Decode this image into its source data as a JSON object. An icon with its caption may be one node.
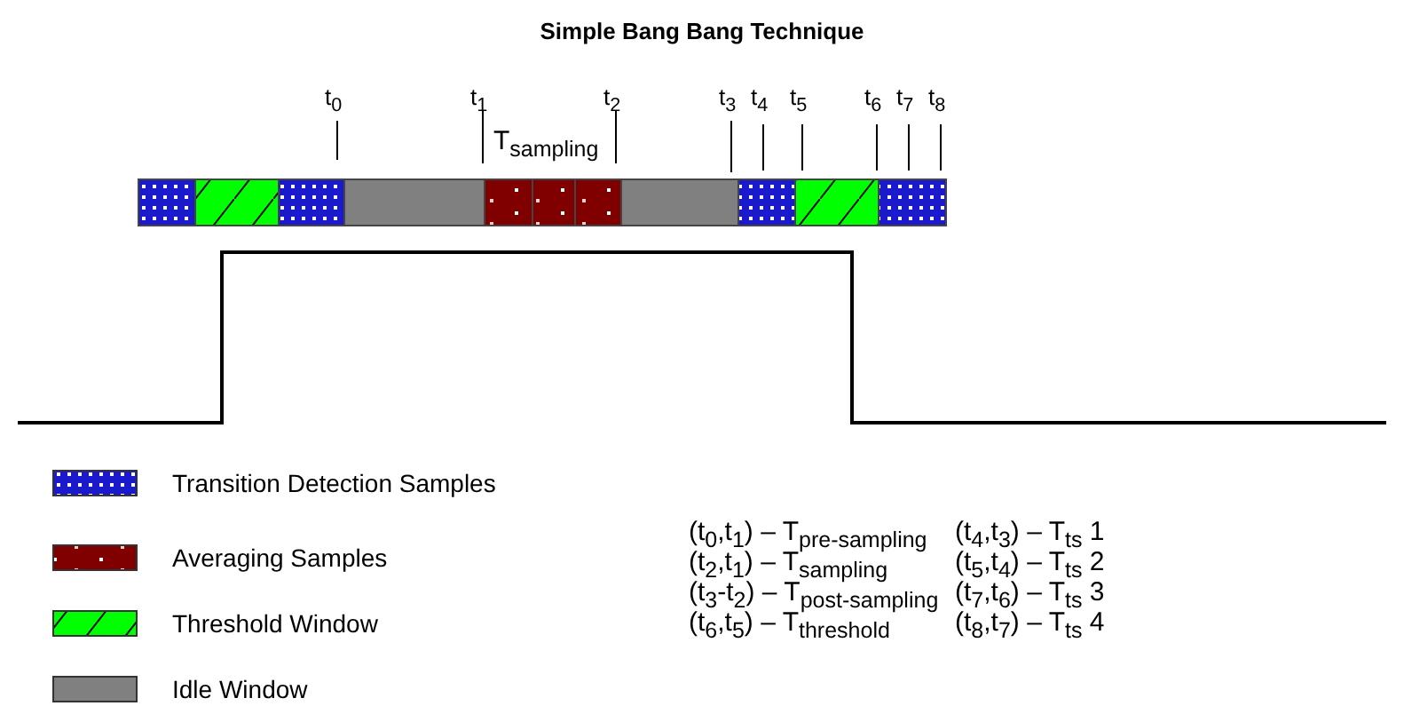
{
  "diagram": {
    "title": "Simple Bang Bang Technique",
    "labels": [
      "t$_{0}$",
      "t$_{1}$",
      "t$_{2}$",
      "t$_{3}$",
      "t$_{4}$",
      "t$_{5}$",
      "t$_{6}$",
      "t$_{7}$",
      "t$_{8}$",
      "T$_{sampling}$",
      "(t$_{0}$,t$_{1}$) – T$_{pre-sampling}$",
      "(t$_{4}$,t$_{3}$) – T$_{ts}$ 1",
      "(t$_{2}$,t$_{1}$) – T$_{sampling}$",
      "(t$_{5}$,t$_{4}$) – T$_{ts}$ 2",
      "(t$_{3}$-t$_{2}$) – T$_{post-sampling}$",
      "(t$_{7}$,t$_{6}$) – T$_{ts}$ 3",
      "(t$_{6}$,t$_{5}$) – T$_{threshold}$",
      "(t$_{8}$,t$_{7}$) – T$_{ts}$ 4"
    ],
    "legend": [
      {
        "text": "Transition Detection Samples",
        "color": "#1a1acc"
      },
      {
        "text": "Averaging Samples",
        "color": "#800000"
      },
      {
        "text": "Threshold Window",
        "color": "#00ff00"
      },
      {
        "text": "Idle Window",
        "color": "#808080"
      }
    ]
  }
}
